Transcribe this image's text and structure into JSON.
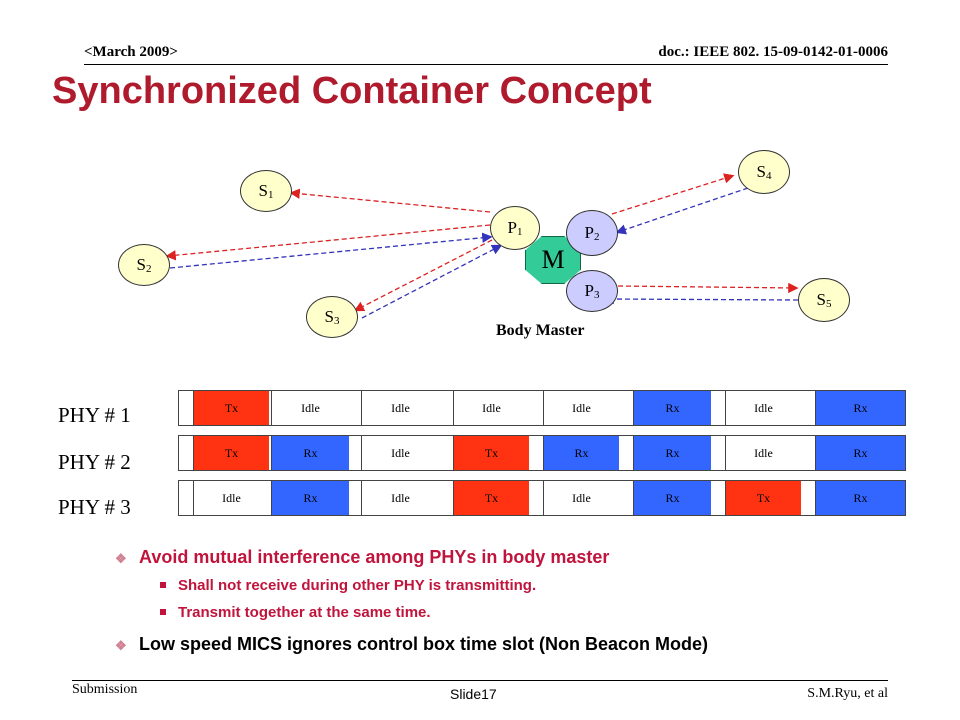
{
  "header": {
    "date": "<March 2009>",
    "doc": "doc.: IEEE 802. 15-09-0142-01-0006"
  },
  "title": "Synchronized  Container Concept",
  "diagram": {
    "master_label": "M",
    "body_master_label": "Body Master",
    "nodes": {
      "s1": {
        "base": "S",
        "sub": "1"
      },
      "s2": {
        "base": "S",
        "sub": "2"
      },
      "s3": {
        "base": "S",
        "sub": "3"
      },
      "s4": {
        "base": "S",
        "sub": "4"
      },
      "s5": {
        "base": "S",
        "sub": "5"
      },
      "p1": {
        "base": "P",
        "sub": "1"
      },
      "p2": {
        "base": "P",
        "sub": "2"
      },
      "p3": {
        "base": "P",
        "sub": "3"
      }
    },
    "colors": {
      "downlink": "#dd2222",
      "uplink": "#3333bb",
      "tx": "#ff3311",
      "rx": "#3366ff",
      "master": "#33cc99",
      "slave": "#ffffcc",
      "phy": "#ccccff"
    }
  },
  "phy_rows": [
    {
      "label": "PHY # 1",
      "slots": [
        "Tx",
        "Idle",
        "Idle",
        "Idle",
        "Idle",
        "Rx",
        "Idle",
        "Rx"
      ]
    },
    {
      "label": "PHY # 2",
      "slots": [
        "Tx",
        "Rx",
        "Idle",
        "Tx",
        "Rx",
        "Rx",
        "Idle",
        "Rx"
      ]
    },
    {
      "label": "PHY # 3",
      "slots": [
        "Idle",
        "Rx",
        "Idle",
        "Tx",
        "Idle",
        "Rx",
        "Tx",
        "Rx"
      ]
    }
  ],
  "bullets": {
    "b1": "Avoid mutual interference among PHYs in body master",
    "b2": "Shall not receive during other PHY is transmitting.",
    "b3": "Transmit together at the same time.",
    "b4": "Low speed MICS ignores control box time slot (Non Beacon Mode)"
  },
  "footer": {
    "left": "Submission",
    "center": "Slide17",
    "right": "S.M.Ryu, et al"
  }
}
